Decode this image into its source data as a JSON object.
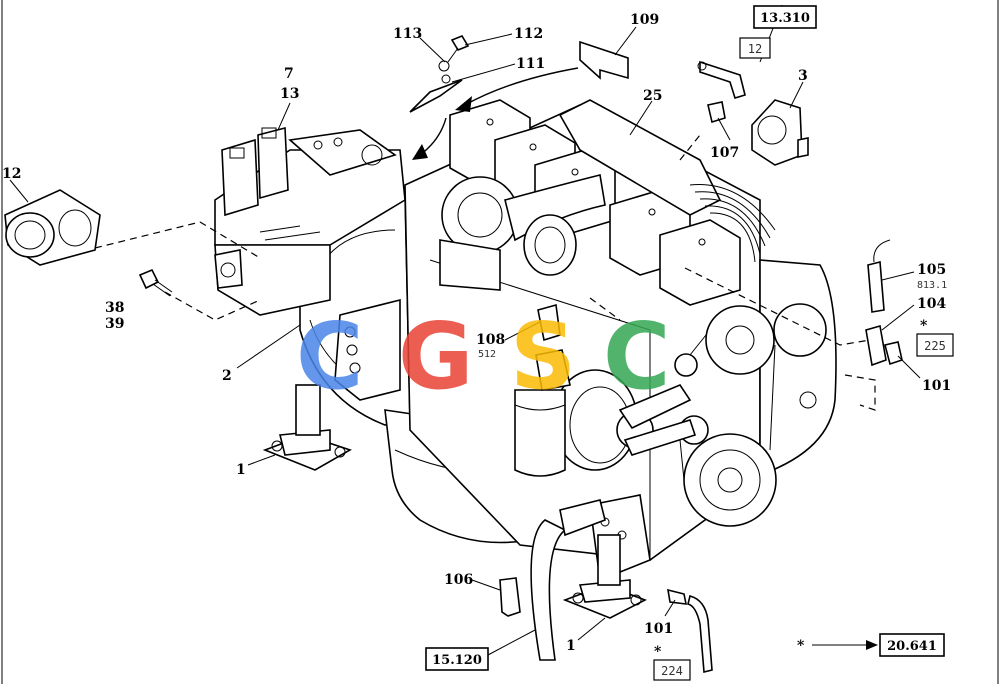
{
  "callouts": {
    "c113": "113",
    "c112": "112",
    "c111": "111",
    "c109": "109",
    "c7": "7",
    "c13": "13",
    "c12": "12",
    "c25": "25",
    "c3": "3",
    "c107": "107",
    "c105": "105",
    "c104": "104",
    "c101a": "101",
    "c101b": "101",
    "c108": "108",
    "c2": "2",
    "c1a": "1",
    "c1b": "1",
    "c38": "38",
    "c39": "39",
    "c106": "106",
    "star_a": "*",
    "star_b": "*",
    "star_c": "*"
  },
  "sublabels": {
    "s813": "813.1",
    "s512": "512"
  },
  "refs": {
    "r13310": "13.310",
    "r12": "12",
    "r225": "225",
    "r224": "224",
    "r15120": "15.120",
    "r20641": "20.641"
  },
  "watermark": {
    "letters": [
      "C",
      "G",
      "S",
      "C"
    ],
    "colors": [
      "#4a86e8",
      "#ea4335",
      "#fbbc05",
      "#34a853"
    ]
  }
}
